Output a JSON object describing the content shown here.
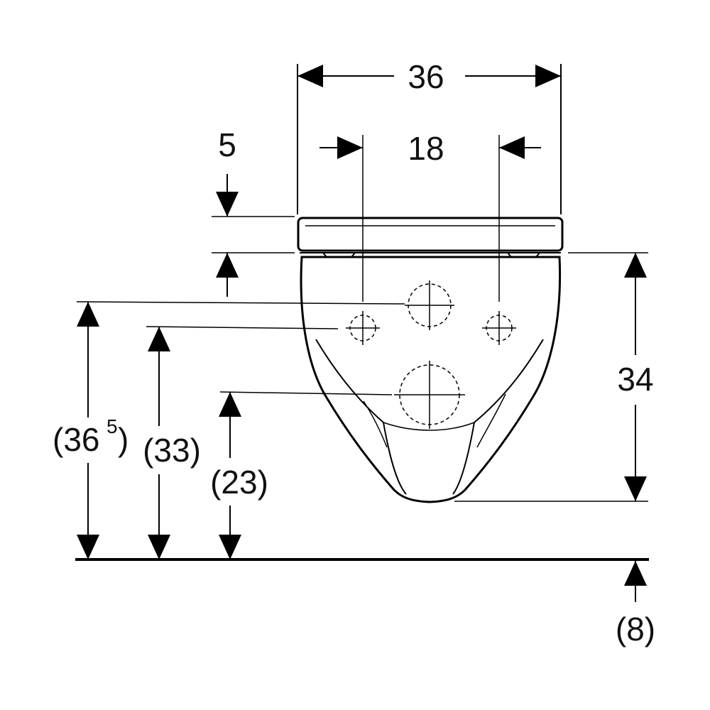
{
  "dimensions": {
    "top_width": "36",
    "inner_width": "18",
    "seat_thickness": "5",
    "bowl_height": "34",
    "height_upper_main": "(36",
    "height_upper_sup": "5",
    "height_upper_close": ")",
    "height_middle": "(33)",
    "height_lower": "(23)",
    "floor_offset": "(8)"
  }
}
